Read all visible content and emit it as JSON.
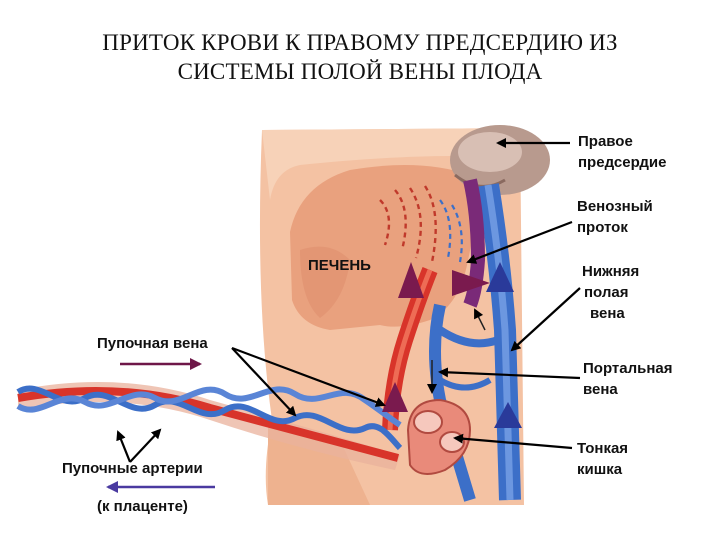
{
  "title": {
    "line1": "ПРИТОК КРОВИ К ПРАВОМУ ПРЕДСЕРДИЮ ИЗ",
    "line2": "СИСТЕМЫ ПОЛОЙ ВЕНЫ ПЛОДА"
  },
  "labels": {
    "right_atrium": [
      "Правое",
      "предсердие"
    ],
    "ductus_venosus": [
      "Венозный",
      "проток"
    ],
    "ivc": [
      "Нижняя",
      "полая",
      "вена"
    ],
    "portal_vein": [
      "Портальная",
      "вена"
    ],
    "small_intestine": [
      "Тонкая",
      "кишка"
    ],
    "liver": "ПЕЧЕНЬ",
    "umbilical_vein": "Пупочная вена",
    "umbilical_arteries": "Пупочные артерии",
    "to_placenta": "(к плаценте)"
  },
  "colors": {
    "arterial_red": "#d8342a",
    "venous_blue": "#3c6fc8",
    "mixed_purple": "#6e1748",
    "to_placenta_arrow": "#4a3aa0",
    "liver": "#e9a17e",
    "skin": "#f4c2a3"
  }
}
